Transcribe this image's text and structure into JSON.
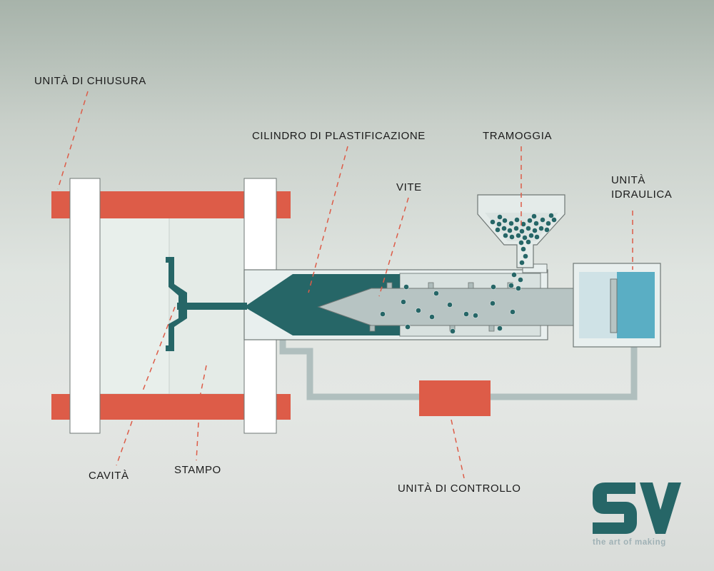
{
  "diagram": {
    "labels": {
      "clamping_unit": "UNITÀ DI CHIUSURA",
      "plasticizing_cylinder": "CILINDRO DI PLASTIFICAZIONE",
      "hopper": "TRAMOGGIA",
      "screw": "VITE",
      "hydraulic_unit": "UNITÀ IDRAULICA",
      "cavity": "CAVITÀ",
      "mold": "STAMPO",
      "control_unit": "UNITÀ DI CONTROLLO"
    },
    "colors": {
      "clamp_bars": "#dd5c48",
      "control_unit": "#dd5c48",
      "leader_lines": "#dd5c48",
      "melt_teal": "#266667",
      "pellets": "#266667",
      "hydraulic_fluid": "#5aaec4",
      "platens": "#ffffff",
      "mold_fill": "#e8efeb",
      "screw_fill": "#b7c4c3",
      "piping": "#b0bfbe"
    }
  },
  "logo": {
    "mark_text": "SV",
    "tagline": "the art of making",
    "color": "#266667"
  }
}
